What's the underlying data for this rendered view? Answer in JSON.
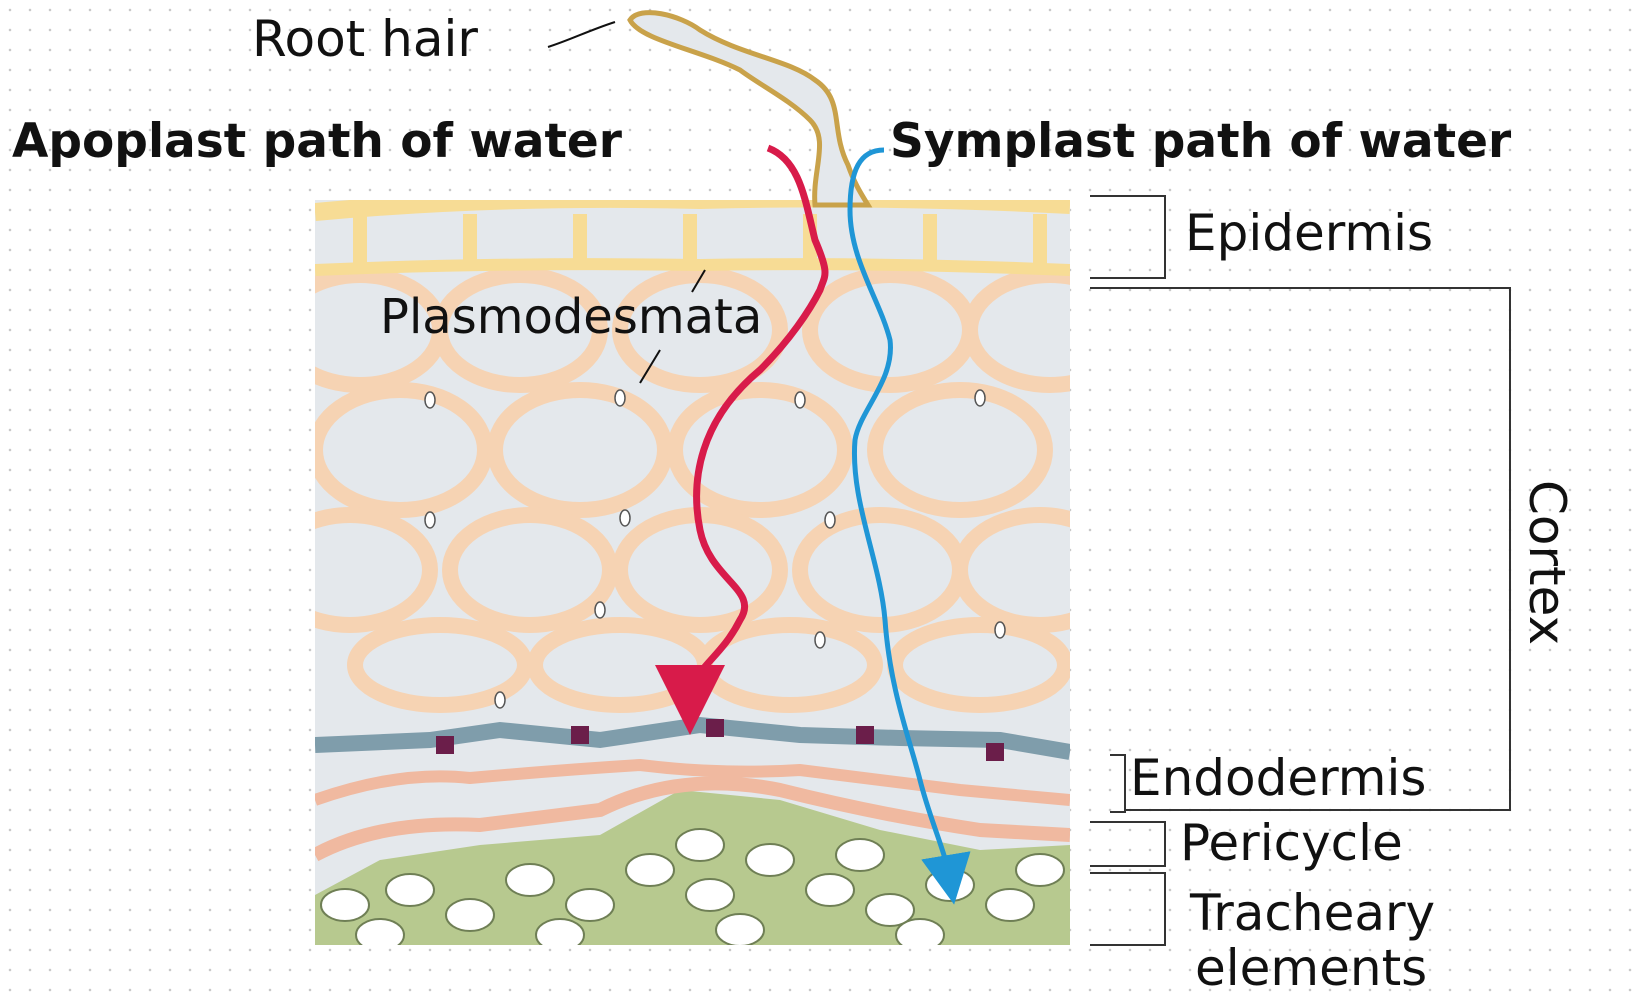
{
  "labels": {
    "root_hair": "Root hair",
    "apoplast": "Apoplast path of water",
    "symplast": "Symplast path of water",
    "plasmodesmata": "Plasmodesmata",
    "epidermis": "Epidermis",
    "cortex": "Cortex",
    "endodermis": "Endodermis",
    "pericycle": "Pericycle",
    "tracheary_line1": "Tracheary",
    "tracheary_line2": "elements"
  },
  "colors": {
    "apoplast_path": "#d81b4a",
    "symplast_path": "#1f96d6",
    "epidermis_wall": "#f7dc95",
    "cortex_wall": "#f6d3b3",
    "endodermis_wall": "#7f9dab",
    "casparian_strip": "#6b1e4a",
    "pericycle_wall": "#f0b9a0",
    "xylem_tissue": "#b7c98f",
    "cell_interior": "#e4e8ec",
    "text": "#111111"
  }
}
